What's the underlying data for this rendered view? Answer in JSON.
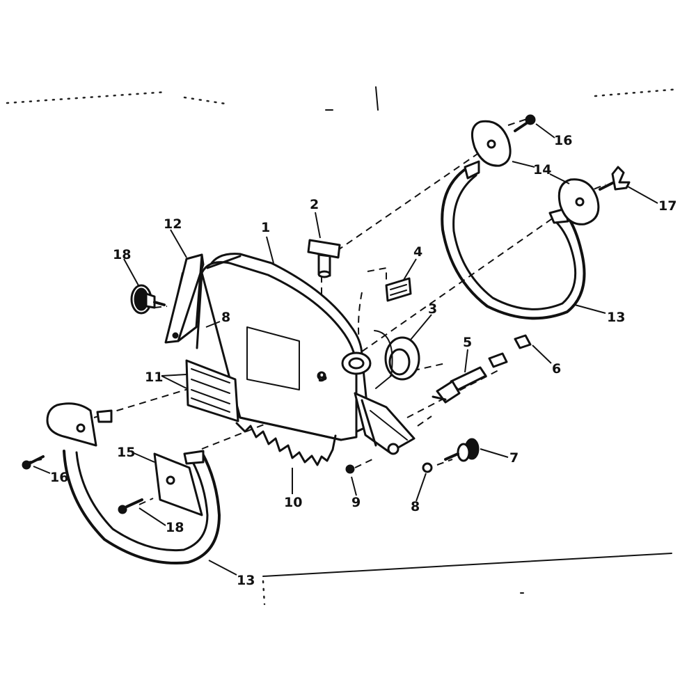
{
  "diagram": {
    "callouts": [
      {
        "id": "c1",
        "text": "1"
      },
      {
        "id": "c2",
        "text": "2"
      },
      {
        "id": "c3",
        "text": "3"
      },
      {
        "id": "c4",
        "text": "4"
      },
      {
        "id": "c5",
        "text": "5"
      },
      {
        "id": "c6",
        "text": "6"
      },
      {
        "id": "c7",
        "text": "7"
      },
      {
        "id": "c8",
        "text": "8"
      },
      {
        "id": "c8b",
        "text": "8"
      },
      {
        "id": "c9",
        "text": "9"
      },
      {
        "id": "c9b",
        "text": "9"
      },
      {
        "id": "c10",
        "text": "10"
      },
      {
        "id": "c11",
        "text": "11"
      },
      {
        "id": "c12",
        "text": "12"
      },
      {
        "id": "c13a",
        "text": "13"
      },
      {
        "id": "c13b",
        "text": "13"
      },
      {
        "id": "c14",
        "text": "14"
      },
      {
        "id": "c15",
        "text": "15"
      },
      {
        "id": "c16a",
        "text": "16"
      },
      {
        "id": "c16b",
        "text": "16"
      },
      {
        "id": "c17",
        "text": "17"
      },
      {
        "id": "c18a",
        "text": "18"
      },
      {
        "id": "c18b",
        "text": "18"
      }
    ]
  }
}
